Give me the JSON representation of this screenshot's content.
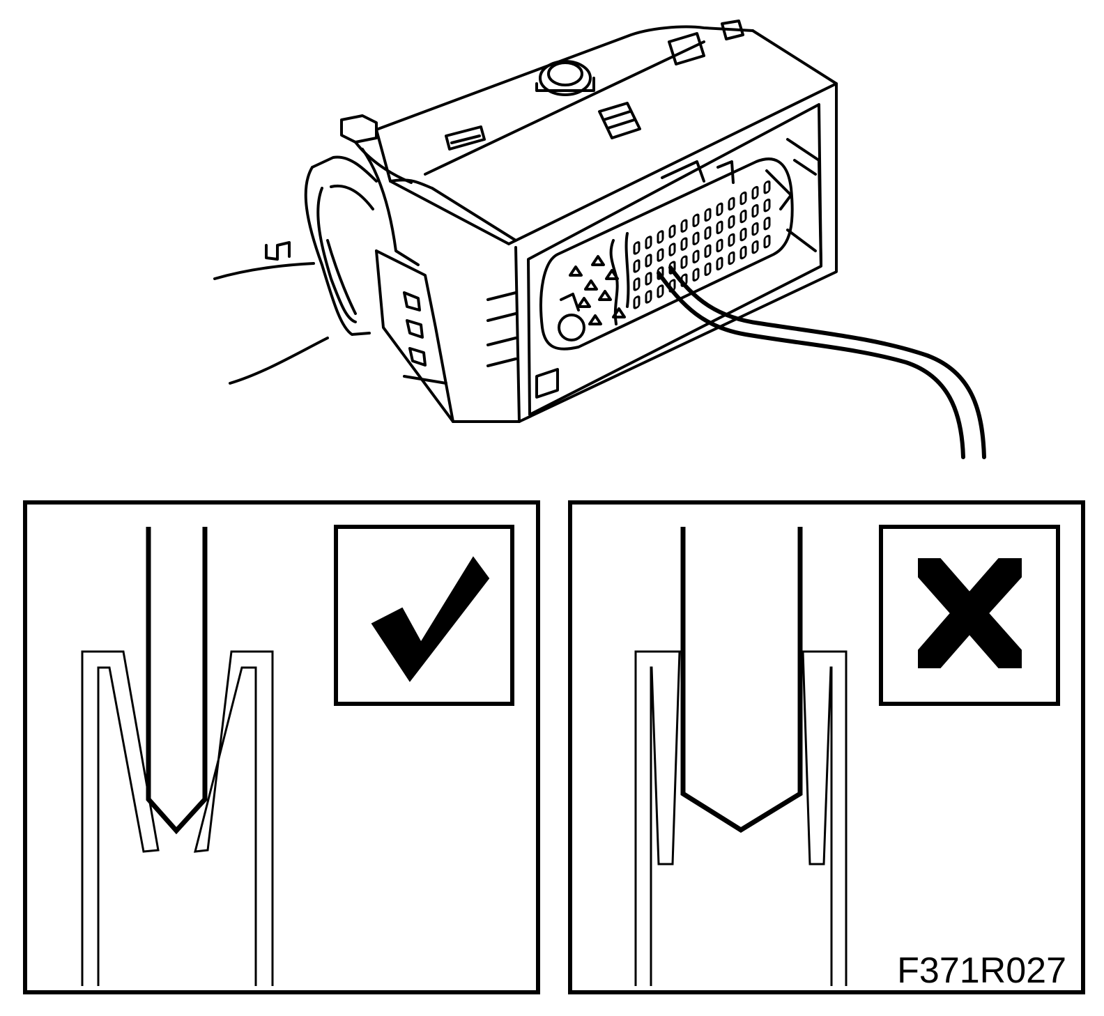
{
  "figure": {
    "code": "F371R027",
    "ink": "#000000",
    "paper": "#ffffff"
  },
  "panels": [
    {
      "name": "correct-probe-insertion",
      "verdict_icon": "check-mark-icon"
    },
    {
      "name": "incorrect-probe-insertion",
      "verdict_icon": "x-mark-icon"
    }
  ]
}
